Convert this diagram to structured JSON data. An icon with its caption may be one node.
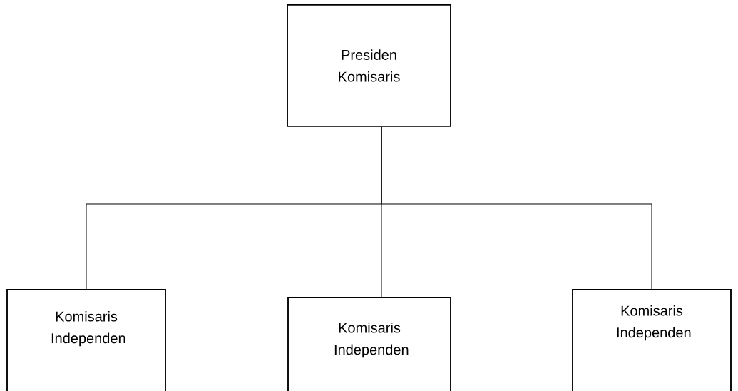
{
  "diagram": {
    "nodes": [
      {
        "text": [
          "Presiden Komisaris"
        ]
      },
      {
        "text": [
          "Komisaris Independen"
        ]
      },
      {
        "text": [
          "Komisaris Independen"
        ]
      },
      {
        "text": [
          "Komisaris Independen"
        ]
      }
    ],
    "edges": [
      {
        "from": 0,
        "to": 1,
        "arrow": "none"
      },
      {
        "from": 0,
        "to": 2,
        "arrow": "none"
      },
      {
        "from": 0,
        "to": 3,
        "arrow": "none"
      }
    ]
  }
}
